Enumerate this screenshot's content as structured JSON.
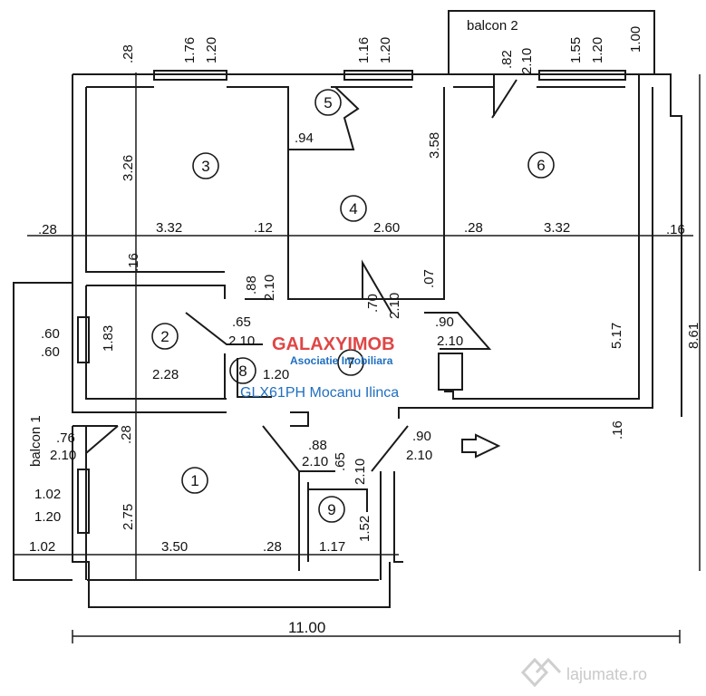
{
  "rooms": [
    "1",
    "2",
    "3",
    "4",
    "5",
    "6",
    "7",
    "8",
    "9"
  ],
  "balconies": {
    "balcony_1": "balcon 1",
    "balcony_2": "balcon 2"
  },
  "total_width": "11.00",
  "dimensions": {
    "d_0_28_top": ".28",
    "d_1_76": "1.76",
    "d_1_20_a": "1.20",
    "d_1_16": "1.16",
    "d_1_20_b": "1.20",
    "d_82": ".82",
    "d_2_10_b2": "2.10",
    "d_1_55": "1.55",
    "d_1_20_c": "1.20",
    "d_1_00": "1.00",
    "d_3_26": "3.26",
    "d_94": ".94",
    "d_3_58": "3.58",
    "d_28_left": ".28",
    "d_3_32_a": "3.32",
    "d_12": ".12",
    "d_2_60": "2.60",
    "d_28_mid": ".28",
    "d_3_32_b": "3.32",
    "d_16_right": ".16",
    "d_16_v": ".16",
    "d_88_a": ".88",
    "d_2_10_a": "2.10",
    "d_70": ".70",
    "d_2_10_c": "2.10",
    "d_07": ".07",
    "d_60_a": ".60",
    "d_60_b": ".60",
    "d_1_83": "1.83",
    "d_65_a": ".65",
    "d_2_10_d": "2.10",
    "d_90_a": ".90",
    "d_2_10_e": "2.10",
    "d_5_17": "5.17",
    "d_8_61": "8.61",
    "d_2_28": "2.28",
    "d_1_20_d": "1.20",
    "d_76": ".76",
    "d_2_10_f": "2.10",
    "d_28_v2": ".28",
    "d_16_v2": ".16",
    "d_88_b": ".88",
    "d_2_10_g": "2.10",
    "d_65_b": ".65",
    "d_2_10_h": "2.10",
    "d_90_b": ".90",
    "d_2_10_i": "2.10",
    "d_1_02_a": "1.02",
    "d_1_20_e": "1.20",
    "d_2_75": "2.75",
    "d_1_52": "1.52",
    "d_1_02_b": "1.02",
    "d_3_50": "3.50",
    "d_28_bottom": ".28",
    "d_1_17": "1.17"
  },
  "watermark": {
    "brand": "GALAXYIMOB",
    "tagline": "Asociatie Imobiliara",
    "listing": "GLX61PH Mocanu Ilinca"
  },
  "site_watermark": "lajumate.ro"
}
